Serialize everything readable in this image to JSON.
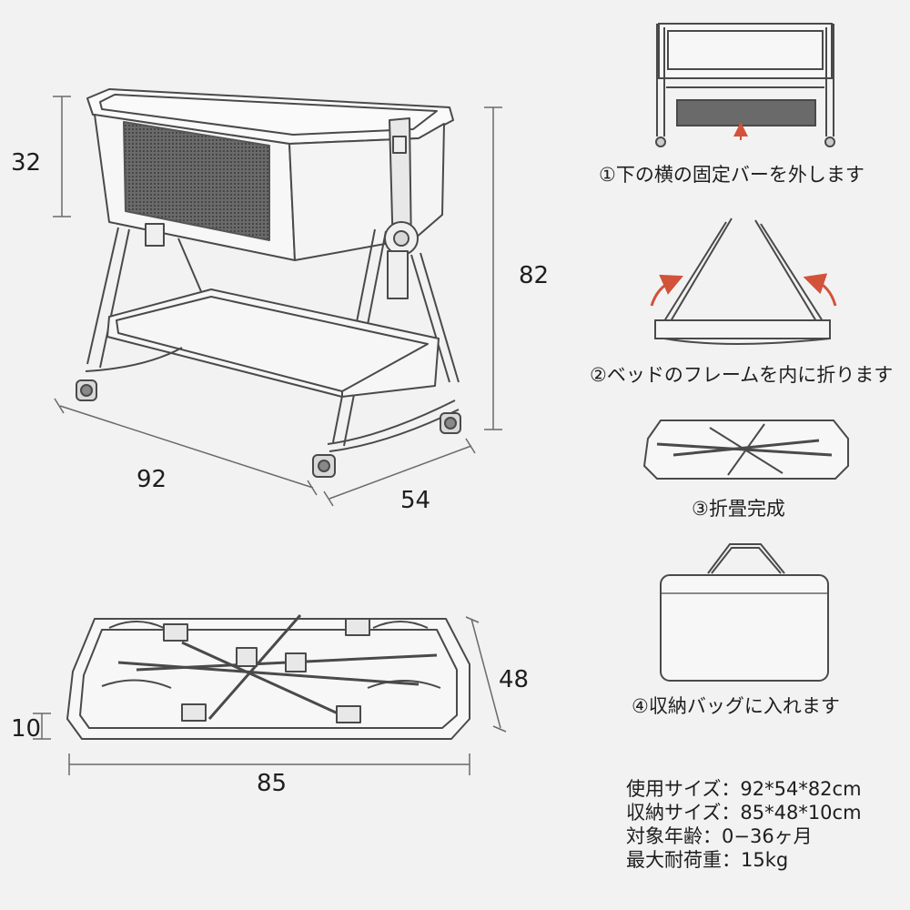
{
  "dimensions": {
    "bassinet_height": "32",
    "total_height": "82",
    "length": "92",
    "width": "54",
    "folded_depth": "48",
    "folded_height": "10",
    "folded_length": "85"
  },
  "steps": [
    "①下の横の固定バーを外します",
    "②ベッドのフレームを内に折ります",
    "③折畳完成",
    "④収納バッグに入れます"
  ],
  "specs": [
    "使用サイズ：92*54*82cm",
    "収納サイズ：85*48*10cm",
    "対象年齢：0−36ヶ月",
    "最大耐荷重：15kg"
  ],
  "colors": {
    "background": "#f2f2f2",
    "line": "#4a4a4a",
    "dimension_line": "#6a6a6a",
    "mesh": "#555555",
    "arrow_accent": "#d2523a"
  }
}
